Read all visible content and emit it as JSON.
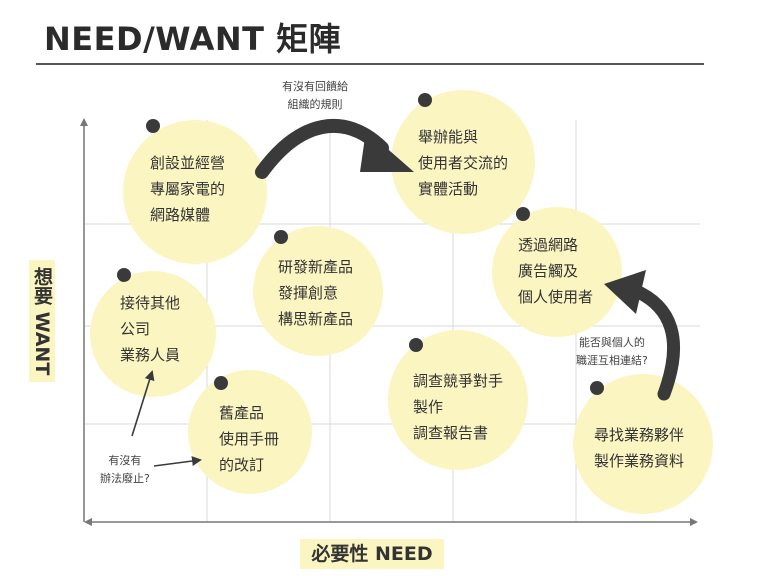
{
  "title": "NEED/WANT 矩陣",
  "axes": {
    "y_label": "想要 WANT",
    "x_label": "必要性 NEED"
  },
  "colors": {
    "bubble_fill": "#fbf5c2",
    "dot": "#3a3a3a",
    "arrow": "#3a3a3a",
    "grid": "#d9d9d9",
    "axis_label_bg": "#fbf5c2"
  },
  "bubbles": [
    {
      "lines": [
        "創設並經營",
        "專屬家電的",
        "網路媒體"
      ]
    },
    {
      "lines": [
        "舉辦能與",
        "使用者交流的",
        "實體活動"
      ]
    },
    {
      "lines": [
        "透過網路",
        "廣告觸及",
        "個人使用者"
      ]
    },
    {
      "lines": [
        "接待其他",
        "公司",
        "業務人員"
      ]
    },
    {
      "lines": [
        "研發新產品",
        "發揮創意",
        "構思新產品"
      ]
    },
    {
      "lines": [
        "調查競爭對手",
        "製作",
        "調查報告書"
      ]
    },
    {
      "lines": [
        "舊產品",
        "使用手冊",
        "的改訂"
      ]
    },
    {
      "lines": [
        "尋找業務夥伴",
        "製作業務資料"
      ]
    }
  ],
  "notes": [
    {
      "lines": [
        "有沒有回饋給",
        "組織的規則"
      ]
    },
    {
      "lines": [
        "能否與個人的",
        "職涯互相連結?"
      ]
    },
    {
      "lines": [
        "有沒有",
        "辦法廢止?"
      ]
    }
  ]
}
